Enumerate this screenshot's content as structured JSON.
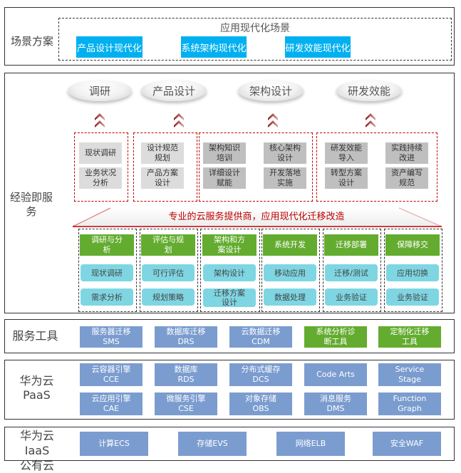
{
  "scenario": {
    "label": "场景方案",
    "title": "应用现代化场景",
    "buttons": [
      "产品设计现代化",
      "系统架构现代化",
      "研发效能现代化"
    ],
    "accent": "#00b0f0"
  },
  "experience": {
    "label": "经验即服务",
    "pills": [
      "调研",
      "产品设计",
      "架构设计",
      "研发效能"
    ],
    "groups": [
      {
        "items": [
          "现状调研",
          "业务状况\n分析"
        ]
      },
      {
        "items": [
          "设计规范\n规划",
          "产品方案\n设计"
        ]
      },
      {
        "items": [
          "架构知识\n培训",
          "核心架构\n设计",
          "详细设计\n赋能",
          "开发落地\n实施"
        ]
      },
      {
        "items": [
          "研发效能\n导入",
          "实践持续\n改进",
          "转型方案\n设计",
          "资产编写\n规范"
        ]
      }
    ],
    "banner": "专业的云服务提供商，应用现代化迁移改造",
    "banner_color": "#c00000",
    "phases": [
      {
        "title": "调研与分\n析",
        "items": [
          "现状调研",
          "需求分析"
        ]
      },
      {
        "title": "评估与规\n划",
        "items": [
          "可行评估",
          "规划策略"
        ]
      },
      {
        "title": "架构和方\n案设计",
        "items": [
          "架构设计",
          "迁移方案\n设计"
        ]
      },
      {
        "title": "系统开发",
        "items": [
          "移动应用",
          "数据处理"
        ]
      },
      {
        "title": "迁移部署",
        "items": [
          "迁移/测试",
          "业务验证"
        ]
      },
      {
        "title": "保障移交",
        "items": [
          "应用切换",
          "业务验证"
        ]
      }
    ],
    "phase_color": "#63ac2f",
    "item_color": "#7fd6e3"
  },
  "tools": {
    "label": "服务工具",
    "items": [
      {
        "name": "服务器迁移",
        "code": "SMS",
        "color": "blue"
      },
      {
        "name": "数据库迁移",
        "code": "DRS",
        "color": "blue"
      },
      {
        "name": "云数据迁移",
        "code": "CDM",
        "color": "blue"
      },
      {
        "name": "系统分析诊",
        "code": "断工具",
        "color": "green"
      },
      {
        "name": "定制化迁移",
        "code": "工具",
        "color": "green"
      }
    ]
  },
  "paas": {
    "label_line1": "华为云",
    "label_line2": "PaaS",
    "items": [
      {
        "name": "云容器引擎",
        "code": "CCE"
      },
      {
        "name": "数据库",
        "code": "RDS"
      },
      {
        "name": "分布式缓存",
        "code": "DCS"
      },
      {
        "name": "Code Arts",
        "code": ""
      },
      {
        "name": "Service",
        "code": "Stage"
      },
      {
        "name": "云应用引擎",
        "code": "CAE"
      },
      {
        "name": "微服务引擎",
        "code": "CSE"
      },
      {
        "name": "对象存储",
        "code": "OBS"
      },
      {
        "name": "消息服务",
        "code": "DMS"
      },
      {
        "name": "Function",
        "code": "Graph"
      }
    ],
    "color": "#7b9ccf"
  },
  "iaas": {
    "label_line1": "华为云IaaS",
    "label_line2": "公有云",
    "items": [
      "计算ECS",
      "存储EVS",
      "网络ELB",
      "安全WAF"
    ]
  }
}
